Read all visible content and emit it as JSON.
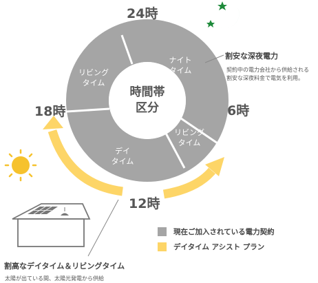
{
  "clock": {
    "hours": {
      "top": "24時",
      "right": "6時",
      "bottom": "12時",
      "left": "18時"
    },
    "center_label": [
      "時間帯",
      "区分"
    ],
    "segments": {
      "night": [
        "ナイト",
        "タイム"
      ],
      "living_morning": [
        "リビング",
        "タイム"
      ],
      "day": [
        "デイ",
        "タイム"
      ],
      "living_evening": [
        "リビング",
        "タイム"
      ]
    }
  },
  "callouts": {
    "night": {
      "title": "割安な深夜電力",
      "description": [
        "契約中の電力会社から供給される",
        "割安な深夜料金で電気を利用。"
      ]
    },
    "day": {
      "title": "割高なデイタイム＆リビングタイム",
      "description": [
        "太陽が出ている間、太陽光発電から供給"
      ]
    }
  },
  "legend": [
    {
      "label": "現在ご加入されている電力契約",
      "color": "#a5a5a5"
    },
    {
      "label": "デイタイム アシスト プラン",
      "color": "#fdd567"
    }
  ],
  "icons": [
    "moon-icon",
    "star-icon",
    "sun-icon",
    "house-icon",
    "solar-panel-icon",
    "ceiling-light-icon"
  ],
  "colors": {
    "ring": "#a5a5a5",
    "arrow": "#fdd567",
    "moon": "#1e8a3a",
    "sun": "#f6c22d",
    "divider": "#ffffff"
  }
}
